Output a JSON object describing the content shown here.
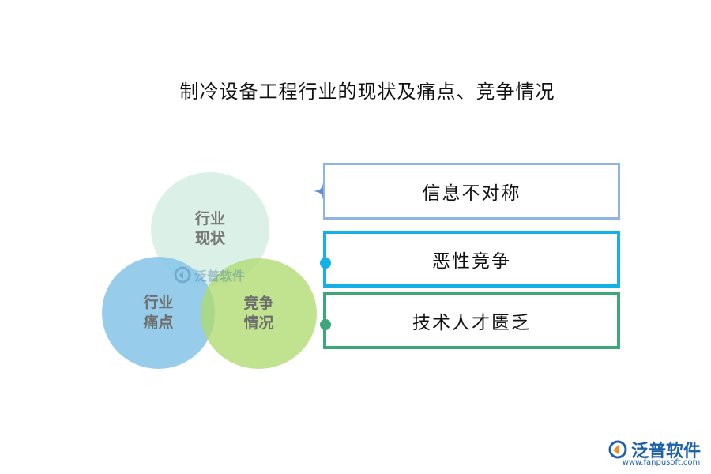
{
  "title": "制冷设备工程行业的现状及痛点、竞争情况",
  "circles": [
    {
      "label": "行业\n现状"
    },
    {
      "label": "行业\n痛点"
    },
    {
      "label": "竞争\n情况"
    }
  ],
  "boxes": [
    {
      "label": "信息不对称",
      "color": "#8fb3e2"
    },
    {
      "label": "恶性竞争",
      "color": "#16b0e8"
    },
    {
      "label": "技术人才匮乏",
      "color": "#3da77a"
    }
  ],
  "watermark": {
    "text": "泛普软件"
  },
  "logo": {
    "text": "泛普软件",
    "url": "www.fanpusoft.com"
  }
}
